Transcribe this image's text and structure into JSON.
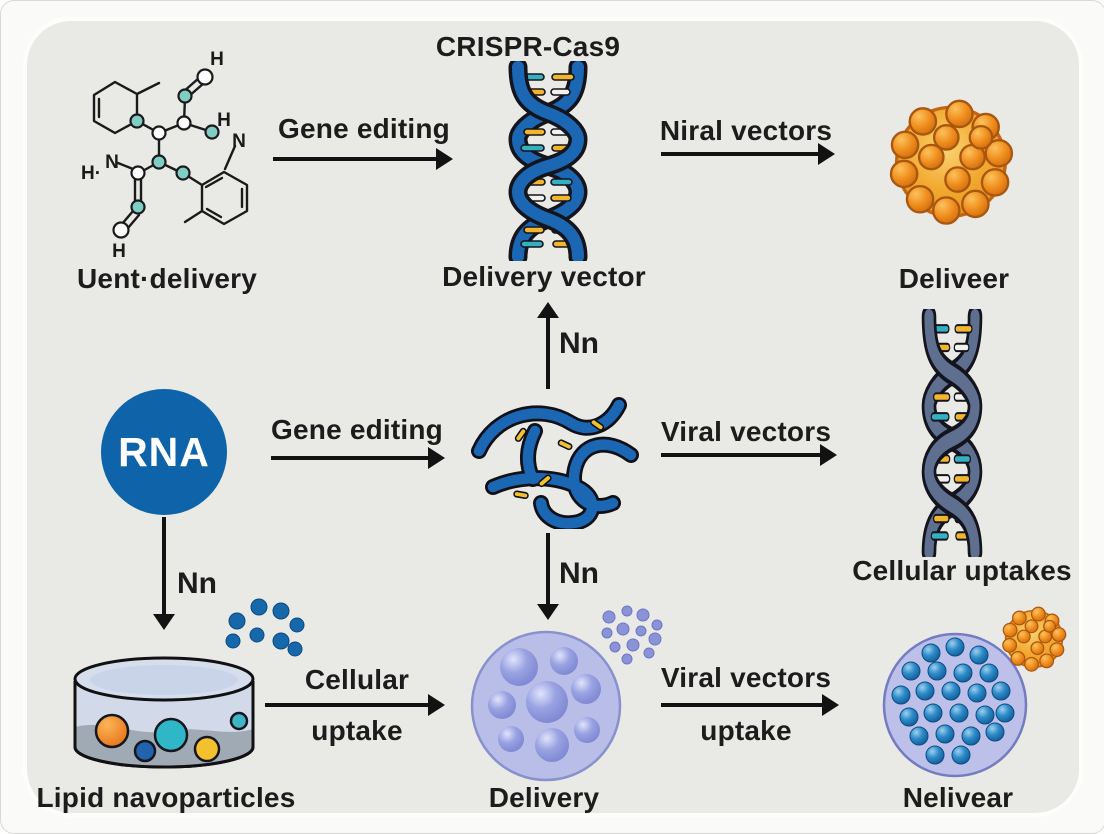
{
  "colors": {
    "panel_bg": "#e9e9e6",
    "outer_bg": "#fafaf8",
    "text": "#1c1c1c",
    "arrow": "#121212",
    "helix_blue": "#1b67b3",
    "helix_gray": "#5e6f90",
    "rung_yellow": "#f2b62e",
    "rung_teal": "#35b0c2",
    "rung_white": "#f1f1ee",
    "rna_circle_blue": "#0f63a8",
    "atom_teal": "#7fcdc3",
    "vesicle_fill": "#b9bee9",
    "vesicle_sphere_purple": "#7e87d2",
    "cell_sphere_blue": "#1575b5",
    "virus_orange": "#f0a42c",
    "lipid_ball_orange": "#ef8621",
    "lipid_ball_cyan": "#2fb7c8",
    "lipid_ball_yellow": "#f3c12d",
    "lipid_ball_blue": "#2163ae"
  },
  "top_row": {
    "crispr_title": "CRISPR-Cas9",
    "arrow1_label": "Gene editing",
    "arrow2_label": "Niral vectors",
    "chem_label": "Uent·delivery",
    "helix_label": "Delivery vector",
    "virus_label": "Deliveer",
    "chem_atoms": {
      "h_top": "H",
      "h_right": "H",
      "n_right": "N",
      "h_left": "H·",
      "n_left": "N",
      "h_bottom": "H"
    }
  },
  "middle_row": {
    "rna_label": "RNA",
    "arrow1_label": "Gene editing",
    "nn_up_label": "Nn",
    "arrow2_label": "Viral vectors",
    "helix_label": "Cellular uptakes"
  },
  "bottom_row": {
    "nn_left_label": "Nn",
    "nn_mid_label": "Nn",
    "lipid_label": "Lipid navoparticles",
    "arrow1_label_line1": "Cellular",
    "arrow1_label_line2": "uptake",
    "vesicle_label": "Delivery",
    "arrow2_label_line1": "Viral vectors",
    "arrow2_label_line2": "uptake",
    "cell_label": "Nelivear"
  },
  "icons": {
    "chem_structure": "molecule-icon",
    "dna_top": "dna-helix-icon",
    "dna_right": "dna-helix-icon",
    "virus_top": "virus-particle-icon",
    "virus_small": "virus-particle-icon",
    "rna_tangle": "rna-tangle-icon",
    "lipid_container": "lipid-container-icon",
    "vesicle": "vesicle-icon",
    "cell": "cell-icon"
  }
}
